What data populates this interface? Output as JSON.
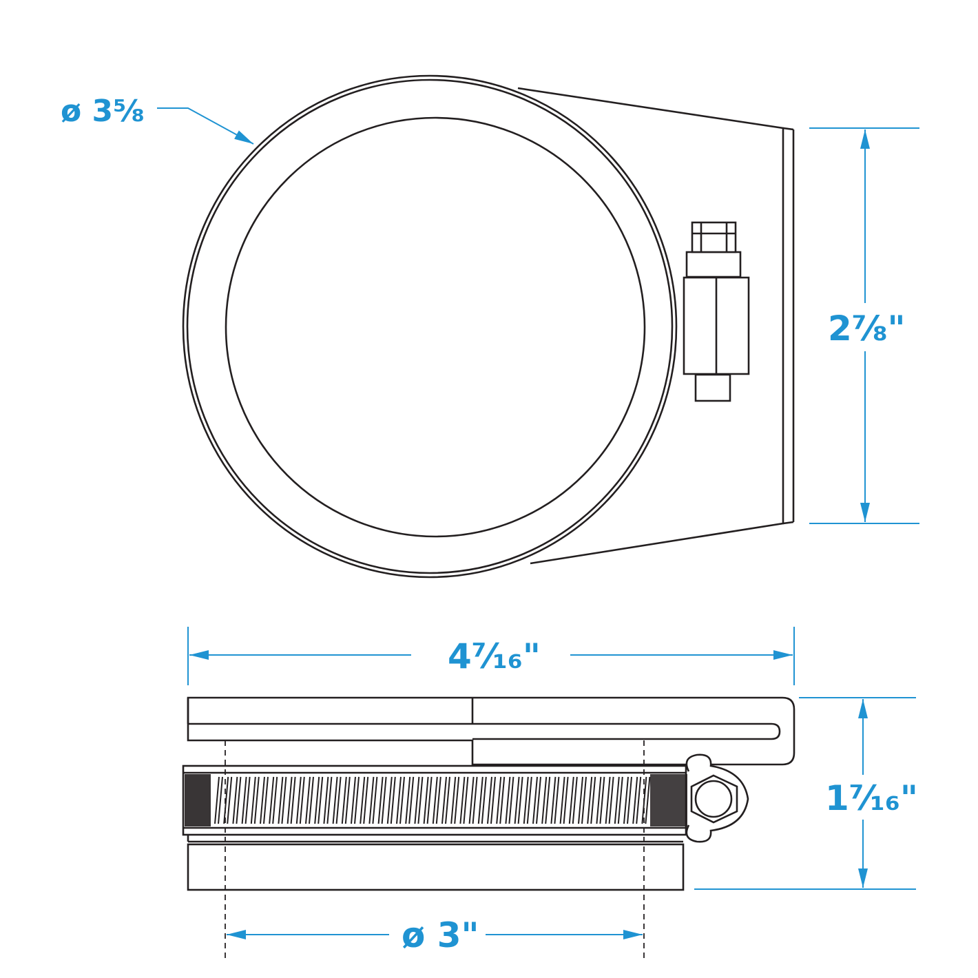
{
  "colors": {
    "line": "#231f20",
    "dimension": "#1f93d2",
    "background": "#ffffff"
  },
  "top_view": {
    "outer_diameter_label": "ø 3⅝",
    "height_label": "2⅞\""
  },
  "side_view": {
    "width_label": "4⁷⁄₁₆\"",
    "height_label": "1⁷⁄₁₆\"",
    "bore_label": "ø 3\""
  }
}
